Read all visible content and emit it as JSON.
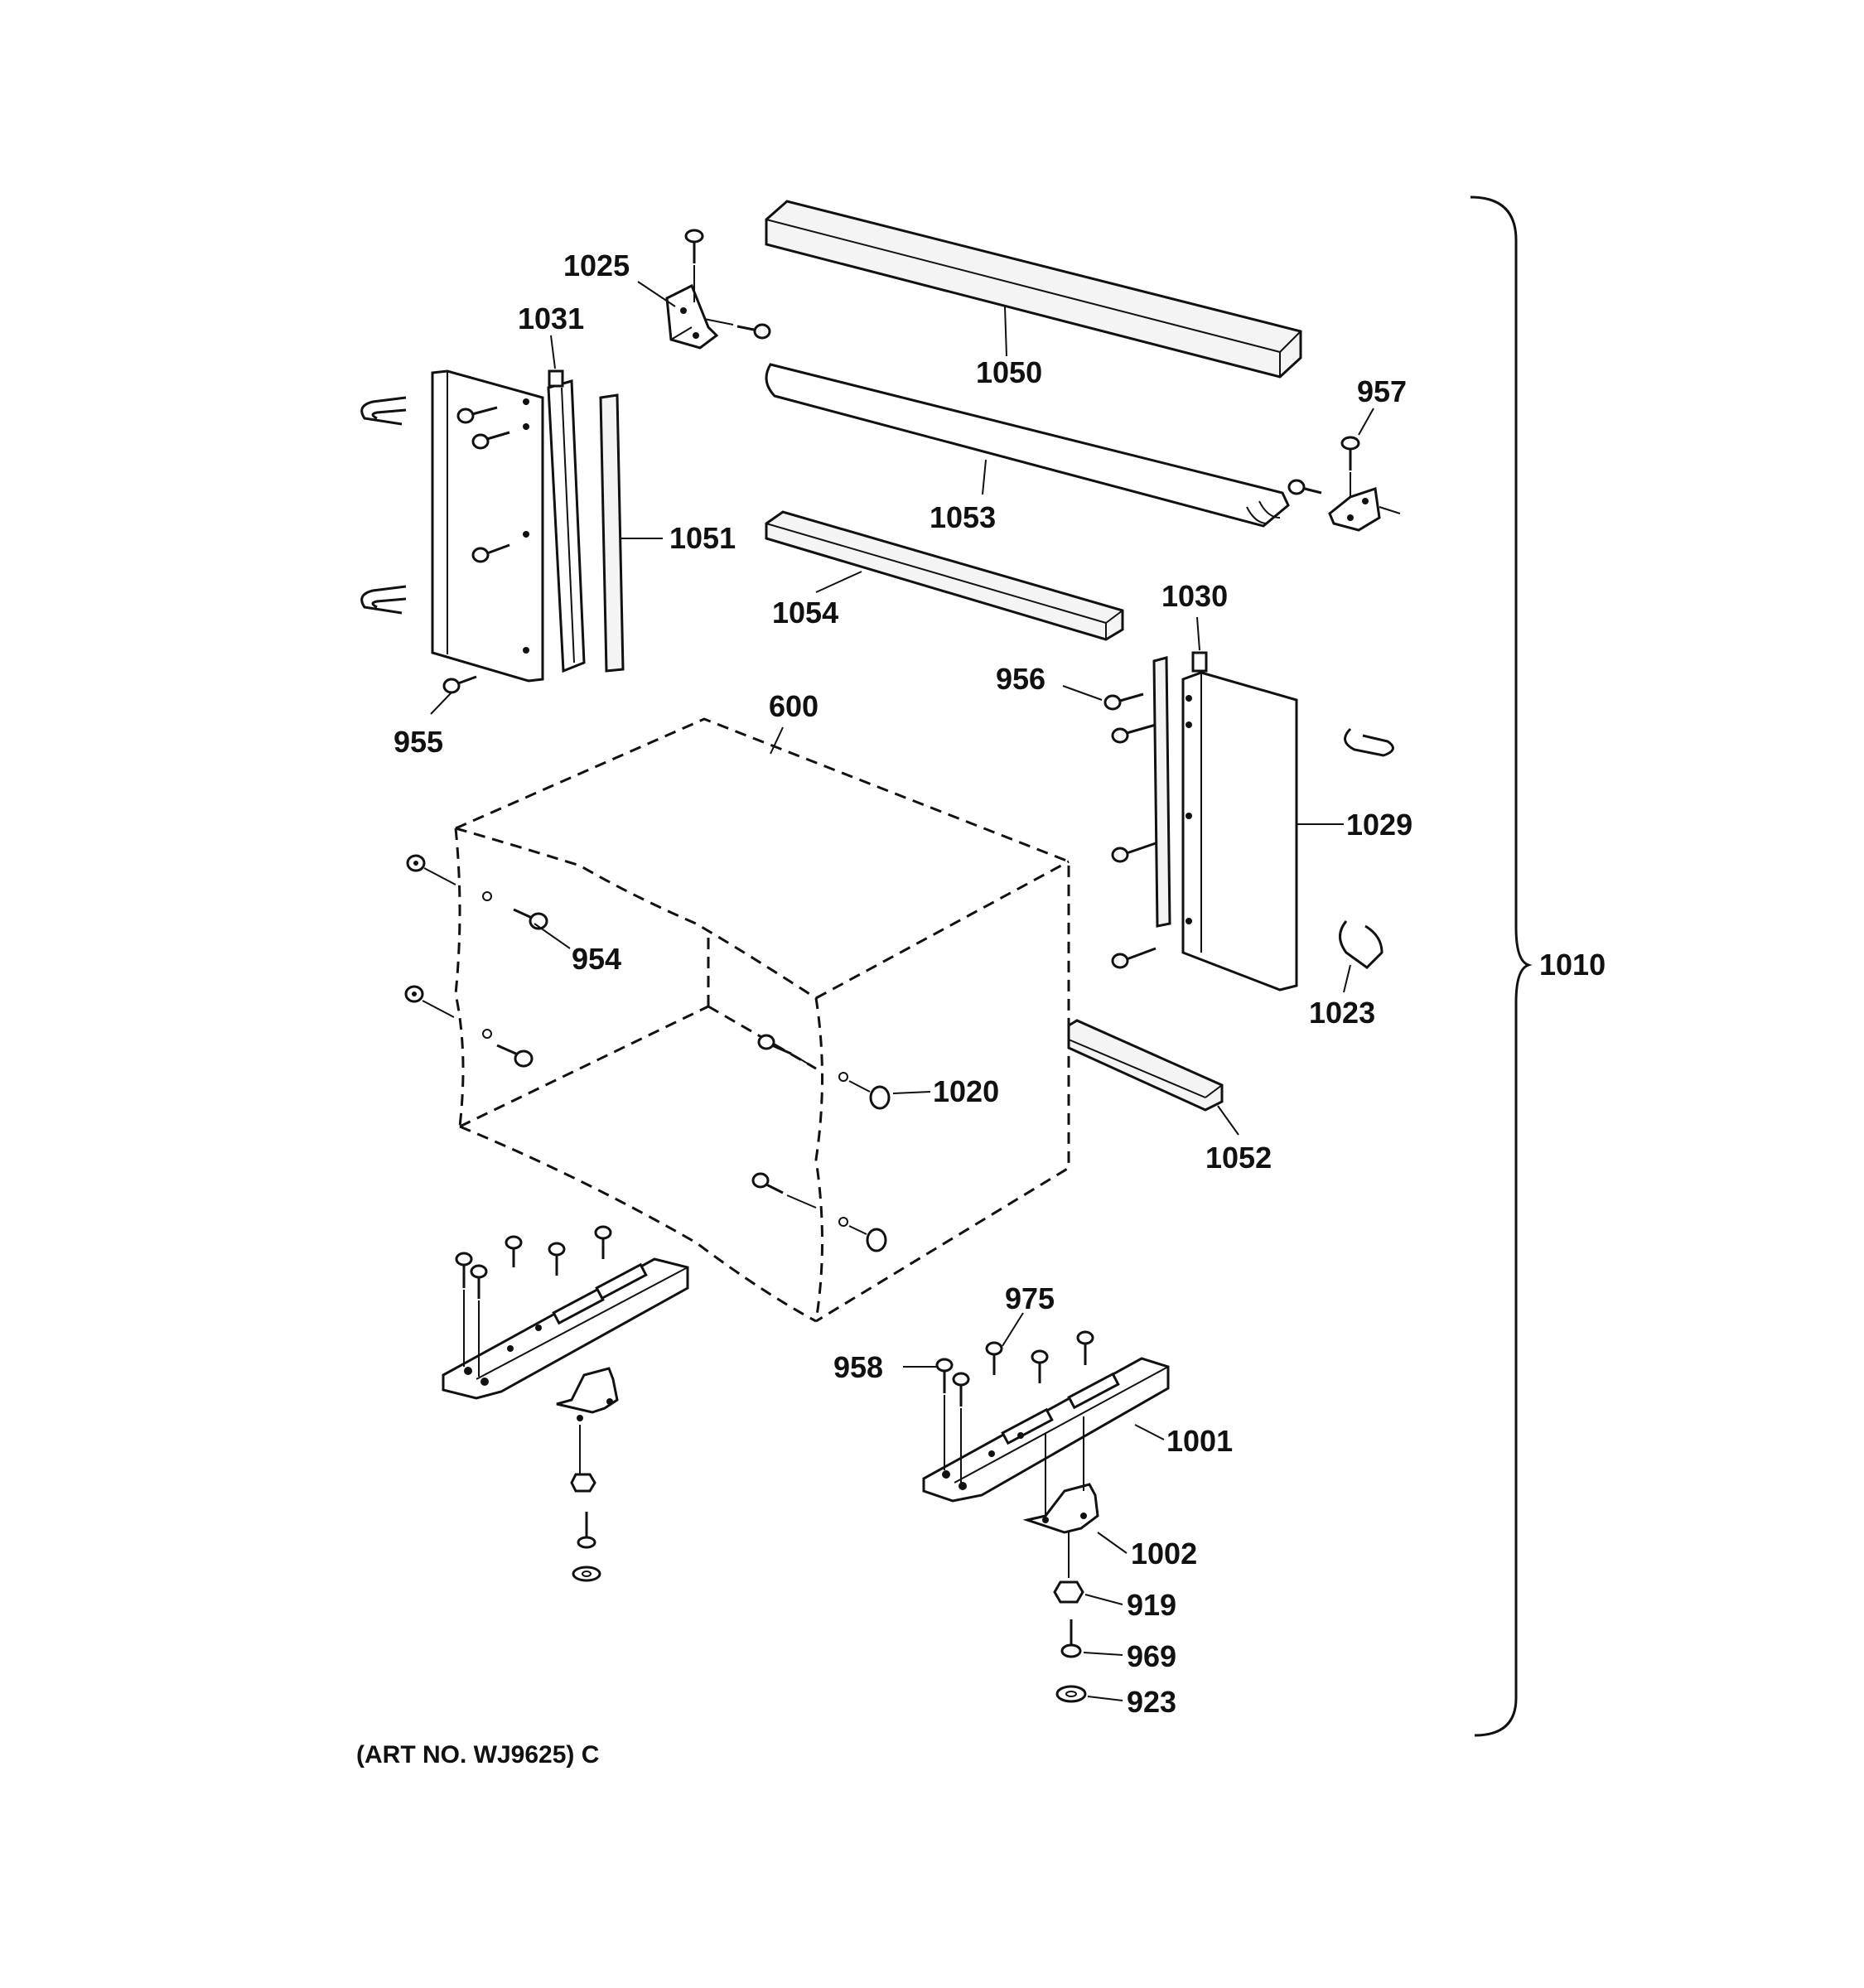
{
  "callouts": {
    "c1025": "1025",
    "c1031": "1031",
    "c1050": "1050",
    "c957": "957",
    "c1051": "1051",
    "c1053": "1053",
    "c1054": "1054",
    "c1030": "1030",
    "c956": "956",
    "c955": "955",
    "c600": "600",
    "c1029": "1029",
    "c954": "954",
    "c1010": "1010",
    "c1023": "1023",
    "c1020": "1020",
    "c1052": "1052",
    "c975": "975",
    "c958": "958",
    "c1001": "1001",
    "c1002": "1002",
    "c919": "919",
    "c969": "969",
    "c923": "923"
  },
  "art_number": "(ART NO. WJ9625) C"
}
